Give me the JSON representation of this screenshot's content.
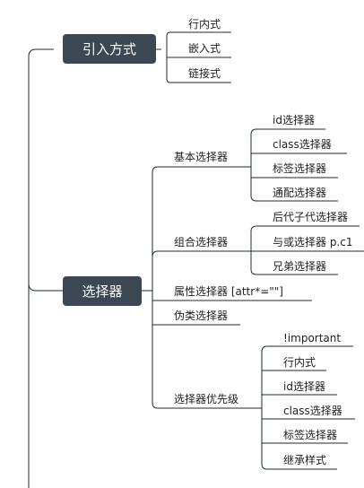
{
  "mindmap": {
    "colors": {
      "topic": "#3b4854",
      "topic_text": "#ffffff",
      "line": "#1f2a33",
      "text": "#1f1f1f"
    },
    "topics": [
      {
        "label": "引入方式",
        "children": [
          {
            "label": "行内式"
          },
          {
            "label": "嵌入式"
          },
          {
            "label": "链接式"
          }
        ]
      },
      {
        "label": "选择器",
        "children": [
          {
            "label": "基本选择器",
            "children": [
              {
                "label": "id选择器"
              },
              {
                "label": "class选择器"
              },
              {
                "label": "标签选择器"
              },
              {
                "label": "通配选择器"
              }
            ]
          },
          {
            "label": "组合选择器",
            "children": [
              {
                "label": "后代子代选择器"
              },
              {
                "label": "与或选择器 p.c1"
              },
              {
                "label": "兄弟选择器"
              }
            ]
          },
          {
            "label": "属性选择器 [attr*=\"\"]"
          },
          {
            "label": "伪类选择器"
          },
          {
            "label": "选择器优先级",
            "children": [
              {
                "label": "!important"
              },
              {
                "label": "行内式"
              },
              {
                "label": "id选择器"
              },
              {
                "label": "class选择器"
              },
              {
                "label": "标签选择器"
              },
              {
                "label": "继承样式"
              }
            ]
          }
        ]
      }
    ]
  }
}
